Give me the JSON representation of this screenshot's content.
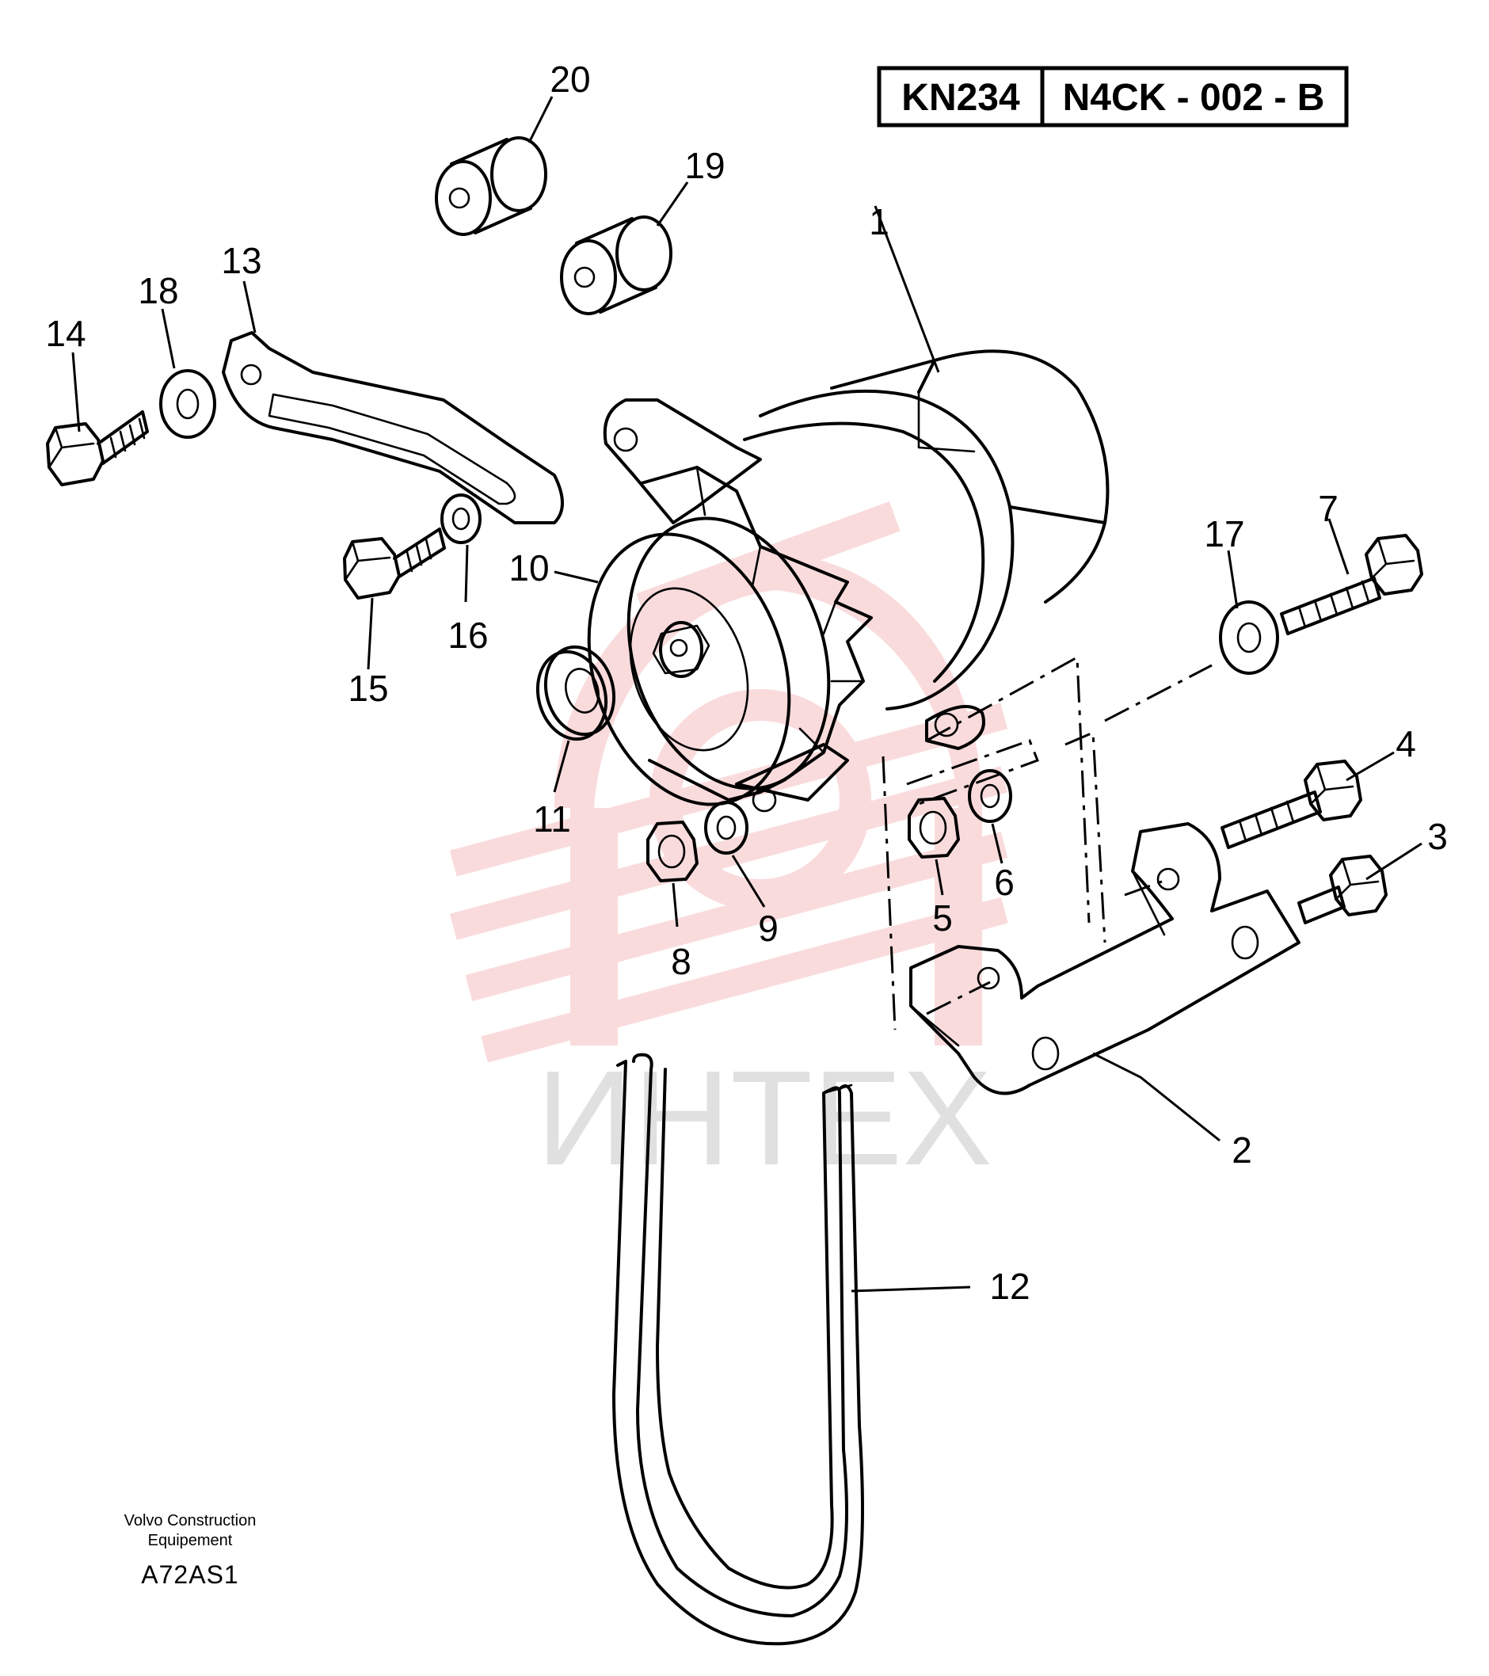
{
  "reference": {
    "catalog_code": "KN234",
    "sheet_code": "N4CK - 002 - B"
  },
  "footer": {
    "line1": "Volvo Construction",
    "line2": "Equipement",
    "figure_code": "A72AS1"
  },
  "watermark": {
    "text": "ИНТЕХ"
  },
  "callouts": {
    "c1": "1",
    "c2": "2",
    "c3": "3",
    "c4": "4",
    "c5": "5",
    "c6": "6",
    "c7": "7",
    "c8": "8",
    "c9": "9",
    "c10": "10",
    "c11": "11",
    "c12": "12",
    "c13": "13",
    "c14": "14",
    "c15": "15",
    "c16": "16",
    "c17": "17",
    "c18": "18",
    "c19": "19",
    "c20": "20"
  }
}
